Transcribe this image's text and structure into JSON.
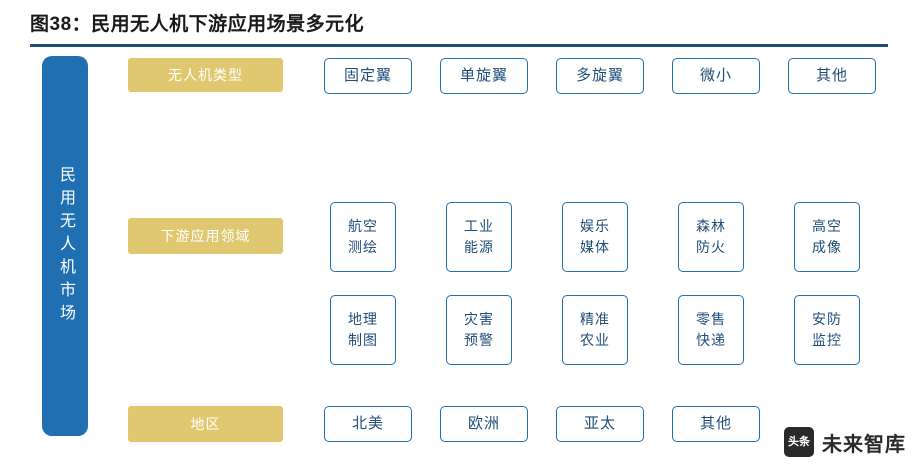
{
  "title": {
    "text": "图38：民用无人机下游应用场景多元化",
    "rule_color": "#1f4e79"
  },
  "market_bar": {
    "label": "民用无人机市场",
    "color": "#1f6fb2"
  },
  "categories": {
    "type_label": "无人机类型",
    "application_label": "下游应用领域",
    "region_label": "地区",
    "color": "#e0c870"
  },
  "node_color": "#1f6fb2",
  "rows": {
    "drone_types": [
      {
        "line1": "固定翼"
      },
      {
        "line1": "单旋翼"
      },
      {
        "line1": "多旋翼"
      },
      {
        "line1": "微小"
      },
      {
        "line1": "其他"
      }
    ],
    "applications_row1": [
      {
        "line1": "航空",
        "line2": "测绘"
      },
      {
        "line1": "工业",
        "line2": "能源"
      },
      {
        "line1": "娱乐",
        "line2": "媒体"
      },
      {
        "line1": "森林",
        "line2": "防火"
      },
      {
        "line1": "高空",
        "line2": "成像"
      }
    ],
    "applications_row2": [
      {
        "line1": "地理",
        "line2": "制图"
      },
      {
        "line1": "灾害",
        "line2": "预警"
      },
      {
        "line1": "精准",
        "line2": "农业"
      },
      {
        "line1": "零售",
        "line2": "快递"
      },
      {
        "line1": "安防",
        "line2": "监控"
      }
    ],
    "regions": [
      {
        "line1": "北美"
      },
      {
        "line1": "欧洲"
      },
      {
        "line1": "亚太"
      },
      {
        "line1": "其他"
      }
    ]
  },
  "watermark": {
    "logo_text": "头条",
    "text": "未来智库"
  }
}
